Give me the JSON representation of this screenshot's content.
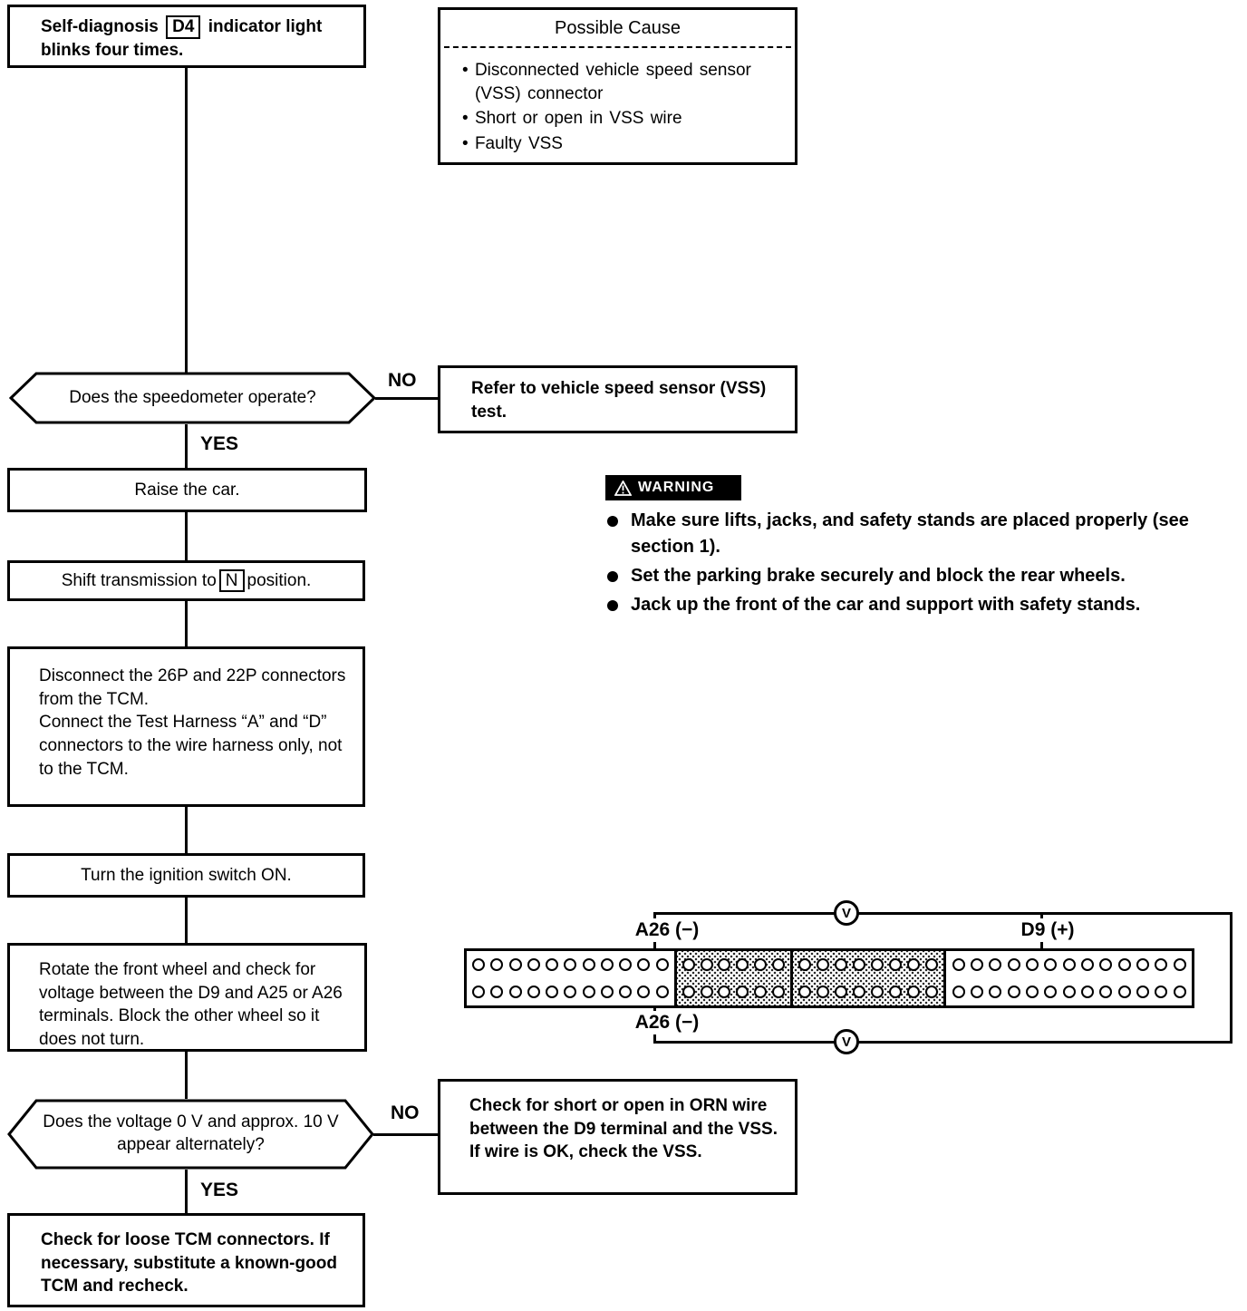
{
  "start_box": {
    "prefix": "Self-diagnosis",
    "code": "D4",
    "suffix": "indicator light blinks four times."
  },
  "possible_cause": {
    "title": "Possible Cause",
    "items": [
      "Disconnected vehicle speed sensor (VSS) connector",
      "Short or open in VSS wire",
      "Faulty VSS"
    ]
  },
  "decision_speedometer": {
    "question": "Does the speedometer operate?",
    "no": "NO",
    "yes": "YES"
  },
  "refer_box": "Refer to vehicle speed sensor (VSS) test.",
  "raise_box": "Raise the car.",
  "shift_box": {
    "prefix": "Shift transmission to",
    "code": "N",
    "suffix": "position."
  },
  "warning": {
    "label": "WARNING",
    "items": [
      "Make sure lifts, jacks, and safety stands are placed properly (see section 1).",
      "Set the parking brake securely and block the rear wheels.",
      "Jack up the front of the car and support with safety stands."
    ]
  },
  "disconnect_box": {
    "lines": [
      "Disconnect the 26P and 22P connectors from the TCM.",
      "Connect the Test Harness “A” and “D” connectors to the wire harness only, not to the TCM."
    ]
  },
  "ignition_box": "Turn the ignition switch ON.",
  "rotate_box": "Rotate the front wheel and check for voltage between the D9 and A25 or A26 terminals. Block the other wheel so it does not turn.",
  "connector_diagram": {
    "label_top": "A26 (−)",
    "label_probe_positive": "D9 (+)",
    "label_bottom": "A26 (−)",
    "voltmeter_symbol": "V",
    "rows": 2,
    "segments": [
      {
        "cols": 11,
        "shaded": false
      },
      {
        "cols": 6,
        "shaded": true
      },
      {
        "cols": 8,
        "shaded": true
      },
      {
        "cols": 13,
        "shaded": false
      }
    ]
  },
  "decision_voltage": {
    "question": "Does the voltage 0 V and approx. 10 V appear alternately?",
    "no": "NO",
    "yes": "YES"
  },
  "orn_box": "Check for short or open in ORN wire between the D9 terminal and the VSS. If wire is OK, check the VSS.",
  "final_box": "Check for loose TCM connectors. If necessary, substitute a known-good TCM and recheck."
}
